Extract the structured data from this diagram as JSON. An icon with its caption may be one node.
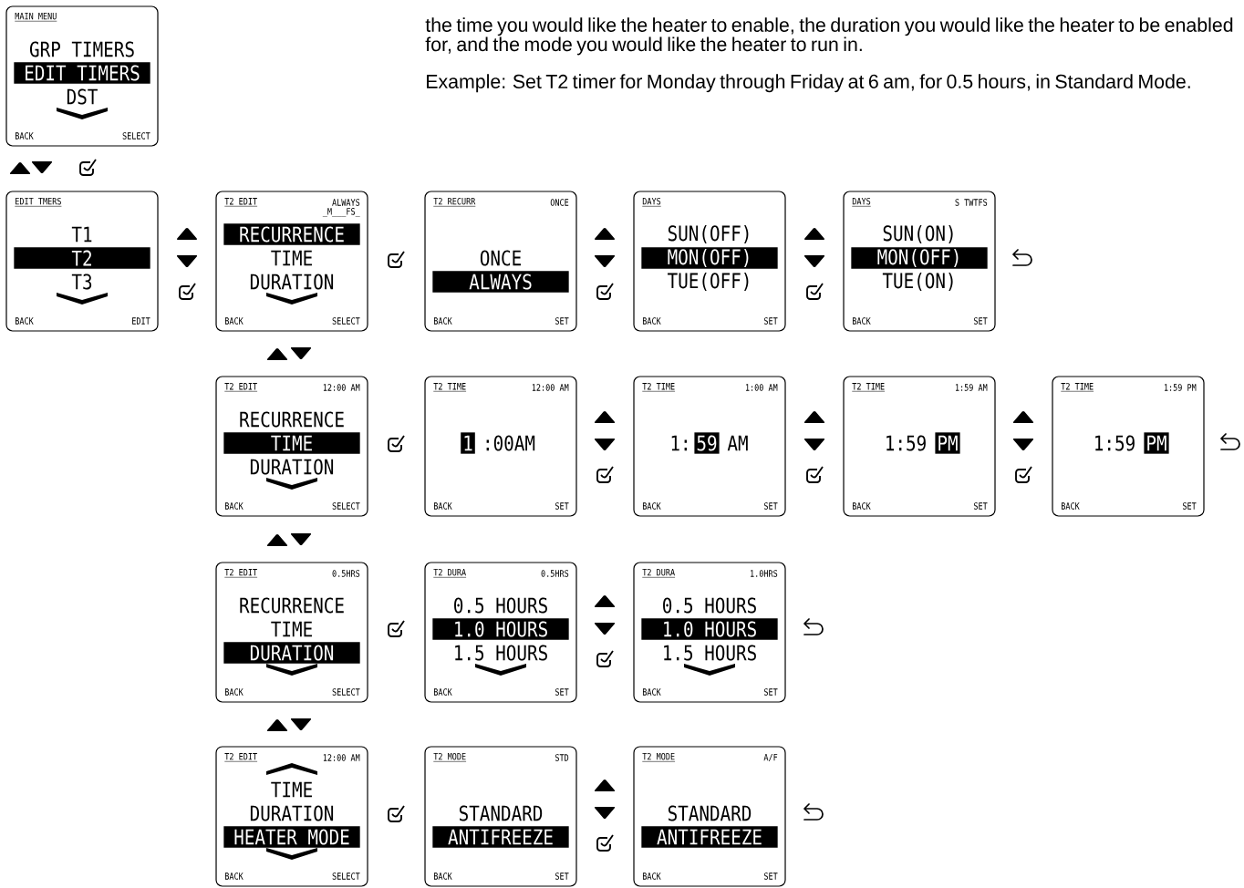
{
  "diagram": {
    "nodes": [
      {
        "text": [
          "MAIN MENU",
          "GRP TIMERS",
          "EDIT TIMERS",
          "DST",
          "BACK",
          "SELECT"
        ]
      },
      {
        "text": [
          "EDIT TMERS",
          "T1",
          "T2",
          "T3",
          "BACK",
          "EDIT"
        ]
      },
      {
        "text": [
          "T2 EDIT",
          "ALWAYS",
          "_M___FS_",
          "RECURRENCE",
          "TIME",
          "DURATION",
          "BACK",
          "SELECT"
        ]
      },
      {
        "text": [
          "T2 RECURR",
          "ONCE",
          "ONCE",
          "ALWAYS",
          "BACK",
          "SET"
        ]
      },
      {
        "text": [
          "DAYS",
          "SUN(OFF)",
          "MON(OFF)",
          "TUE(OFF)",
          "BACK",
          "SET"
        ]
      },
      {
        "text": [
          "DAYS",
          "S TWTFS",
          "SUN(ON)",
          "MON(OFF)",
          "TUE(ON)",
          "BACK",
          "SET"
        ]
      },
      {
        "text": [
          "T2 EDIT",
          "12:00 AM",
          "RECURRENCE",
          "TIME",
          "DURATION",
          "BACK",
          "SELECT"
        ]
      },
      {
        "text": [
          "T2 TIME",
          "12:00 AM",
          "1",
          ":00AM",
          "BACK",
          "SET"
        ]
      },
      {
        "text": [
          "T2 TIME",
          "1:00 AM",
          "1:",
          "59",
          "AM",
          "BACK",
          "SET"
        ]
      },
      {
        "text": [
          "T2 TIME",
          "1:59 AM",
          "1:59",
          "PM",
          "BACK",
          "SET"
        ]
      },
      {
        "text": [
          "T2 TIME",
          "1:59 PM",
          "1:59",
          "PM",
          "BACK",
          "SET"
        ]
      },
      {
        "text": [
          "T2 EDIT",
          "0.5HRS",
          "RECURRENCE",
          "TIME",
          "DURATION",
          "BACK",
          "SELECT"
        ]
      },
      {
        "text": [
          "T2 DURA",
          "0.5HRS",
          "0.5 HOURS",
          "1.0 HOURS",
          "1.5 HOURS",
          "BACK",
          "SET"
        ]
      },
      {
        "text": [
          "T2 DURA",
          "1.0HRS",
          "0.5 HOURS",
          "1.0 HOURS",
          "1.5 HOURS",
          "BACK",
          "SET"
        ]
      },
      {
        "text": [
          "T2 EDIT",
          "12:00 AM",
          "TIME",
          "DURATION",
          "HEATER MODE",
          "BACK",
          "SELECT"
        ]
      },
      {
        "text": [
          "T2 MODE",
          "STD",
          "STANDARD",
          "ANTIFREEZE",
          "BACK",
          "SET"
        ]
      },
      {
        "text": [
          "T2 MODE",
          "A/F",
          "STANDARD",
          "ANTIFREEZE",
          "BACK",
          "SET"
        ]
      }
    ],
    "labels": [
      "the time you would like the heater to enable, the duration you would like the heater to be enabled for, and the mode you would like the heater to run in.",
      "Example: Set T2 timer for Monday through Friday at 6 am, for 0.5 hours, in Standard Mode."
    ]
  }
}
